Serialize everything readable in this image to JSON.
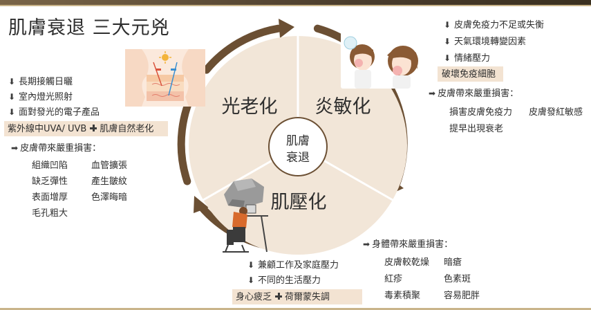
{
  "title": "肌膚衰退 三大元兇",
  "center": {
    "line1": "肌膚",
    "line2": "衰退"
  },
  "segments": {
    "photo": "光老化",
    "inflame": "炎敏化",
    "pressure": "肌壓化"
  },
  "left_panel": {
    "causes": [
      "長期接觸日曬",
      "室內燈光照射",
      "面對發光的電子產品"
    ],
    "highlight_a": "紫外線中UVA/ UVB",
    "highlight_b": "肌膚自然老化",
    "damage_title": "皮膚帶來嚴重損害：",
    "damage_items": [
      "組織凹陷",
      "血管擴張",
      "缺乏彈性",
      "產生皺紋",
      "表面增厚",
      "色澤晦暗",
      "毛孔粗大"
    ]
  },
  "right_panel": {
    "causes": [
      "皮膚免疫力不足或失衡",
      "天氣環境轉變因素",
      "情緒壓力"
    ],
    "highlight": "破壞免疫細胞",
    "damage_title": "皮膚帶來嚴重損害：",
    "damage_items": [
      "損害皮膚免疫力",
      "皮膚發紅敏感",
      "提早出現衰老"
    ]
  },
  "bottom_right_panel": {
    "damage_title": "身體帶來嚴重損害：",
    "damage_items": [
      "皮膚較乾燥",
      "暗瘡",
      "紅疹",
      "色素斑",
      "毒素積聚",
      "容易肥胖"
    ]
  },
  "bottom_panel": {
    "causes": [
      "兼顧工作及家庭壓力",
      "不同的生活壓力"
    ],
    "highlight_a": "身心疲乏",
    "highlight_b": "荷爾蒙失調"
  },
  "colors": {
    "ring": "#6b4f33",
    "disc": "#f2e6d8",
    "highlight": "#f3e3d2",
    "divider": "#ffffff"
  }
}
